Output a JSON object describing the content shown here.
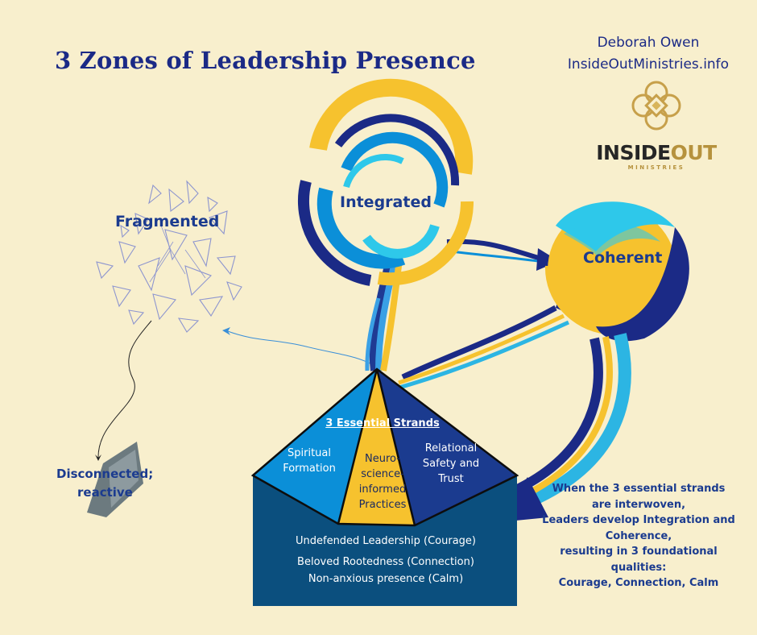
{
  "title": "3 Zones of Leadership Presence",
  "author": {
    "name": "Deborah Owen",
    "website": "InsideOutMinistries.info"
  },
  "brand": {
    "word_inside": "INSIDE",
    "word_out": "OUT",
    "subtitle": "MINISTRIES"
  },
  "zones": {
    "fragmented": "Fragmented",
    "integrated": "Integrated",
    "coherent": "Coherent",
    "disconnected_line1": "Disconnected;",
    "disconnected_line2": "reactive"
  },
  "strands": {
    "heading": "3 Essential Strands",
    "spiritual": [
      "Spiritual",
      "Formation"
    ],
    "neuro": [
      "Neuro-",
      "science-",
      "informed",
      "Practices"
    ],
    "relational": [
      "Relational",
      "Safety and",
      "Trust"
    ]
  },
  "qualities": [
    "Undefended Leadership (Courage)",
    "Beloved Rootedness (Connection)",
    "Non-anxious presence (Calm)"
  ],
  "note_lines": [
    "When the 3 essential strands",
    "are interwoven,",
    "Leaders develop Integration and",
    "Coherence,",
    "resulting in 3 foundational",
    "qualities:",
    "Courage, Connection, Calm"
  ],
  "colors": {
    "background": "#f8efcd",
    "navy": "#1b2a86",
    "deep_blue": "#1f3a93",
    "bright_blue": "#0b8fd8",
    "light_blue": "#2cb5e3",
    "cyan": "#2ec8ea",
    "gold": "#f6c22e",
    "box": "#0b4f7e"
  },
  "icons": [
    "fragments-icon",
    "logo-knot-icon",
    "broken-glass-icon",
    "arrow-icon"
  ]
}
